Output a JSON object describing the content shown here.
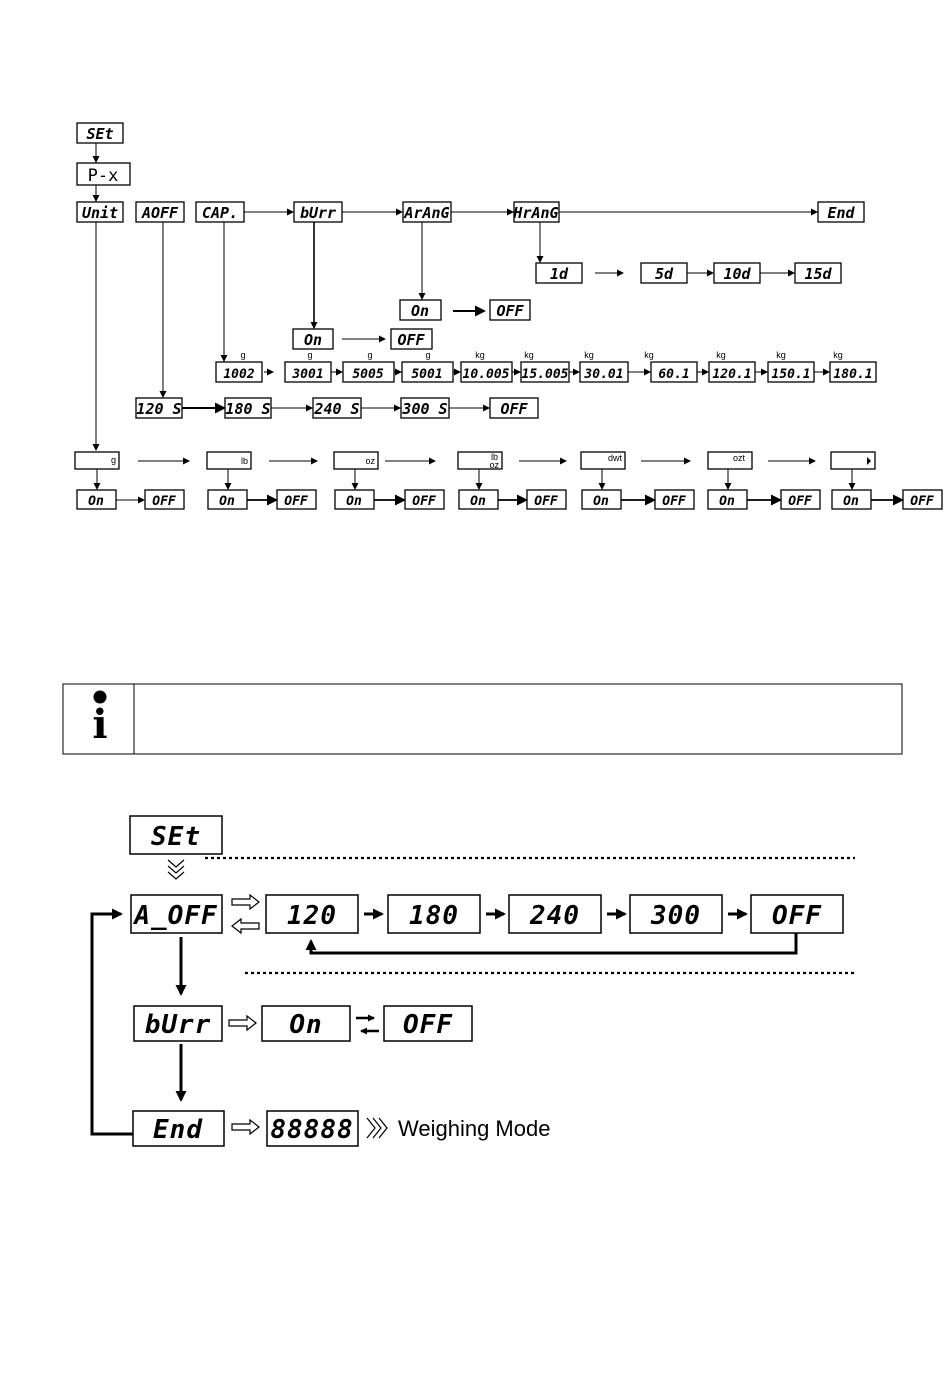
{
  "top_diagram": {
    "set": "SEt",
    "px": "P-x",
    "unit": "Unit",
    "aoff": "AOFF",
    "cap": "CAP.",
    "burr": "bUrr",
    "arang": "ArAnG",
    "hrang": "HrAnG",
    "end": "End",
    "hrang_options": [
      "1d",
      "5d",
      "10d",
      "15d"
    ],
    "arang_on": "On",
    "arang_off": "OFF",
    "burr_on": "On",
    "burr_off": "OFF",
    "cap_options": [
      {
        "unit": "g",
        "value": "1002"
      },
      {
        "unit": "g",
        "value": "3001"
      },
      {
        "unit": "g",
        "value": "5005"
      },
      {
        "unit": "g",
        "value": "5001"
      },
      {
        "unit": "kg",
        "value": "10.005"
      },
      {
        "unit": "kg",
        "value": "15.005"
      },
      {
        "unit": "kg",
        "value": "30.01"
      },
      {
        "unit": "kg",
        "value": "60.1"
      },
      {
        "unit": "kg",
        "value": "120.1"
      },
      {
        "unit": "kg",
        "value": "150.1"
      },
      {
        "unit": "kg",
        "value": "180.1"
      }
    ],
    "aoff_options": [
      "120 S",
      "180 S",
      "240 S",
      "300 S",
      "OFF"
    ],
    "unit_list": [
      {
        "unit": "g",
        "unit2": "",
        "on": "On",
        "off": "OFF"
      },
      {
        "unit": "lb",
        "unit2": "",
        "on": "On",
        "off": "OFF"
      },
      {
        "unit": "oz",
        "unit2": "",
        "on": "On",
        "off": "OFF"
      },
      {
        "unit": "lb",
        "unit2": "oz",
        "on": "On",
        "off": "OFF"
      },
      {
        "unit": "dwt",
        "unit2": "",
        "on": "On",
        "off": "OFF"
      },
      {
        "unit": "ozt",
        "unit2": "",
        "on": "On",
        "off": "OFF"
      },
      {
        "unit": "",
        "unit2": "",
        "on": "On",
        "off": "OFF"
      }
    ]
  },
  "info_icon": "i",
  "bottom_diagram": {
    "set": "SEt",
    "aoff": "A_OFF",
    "aoff_options": [
      "120",
      "180",
      "240",
      "300",
      "OFF"
    ],
    "burr": "bUrr",
    "burr_on": "On",
    "burr_off": "OFF",
    "end": "End",
    "display": "88888",
    "weighing_mode": "Weighing Mode"
  }
}
